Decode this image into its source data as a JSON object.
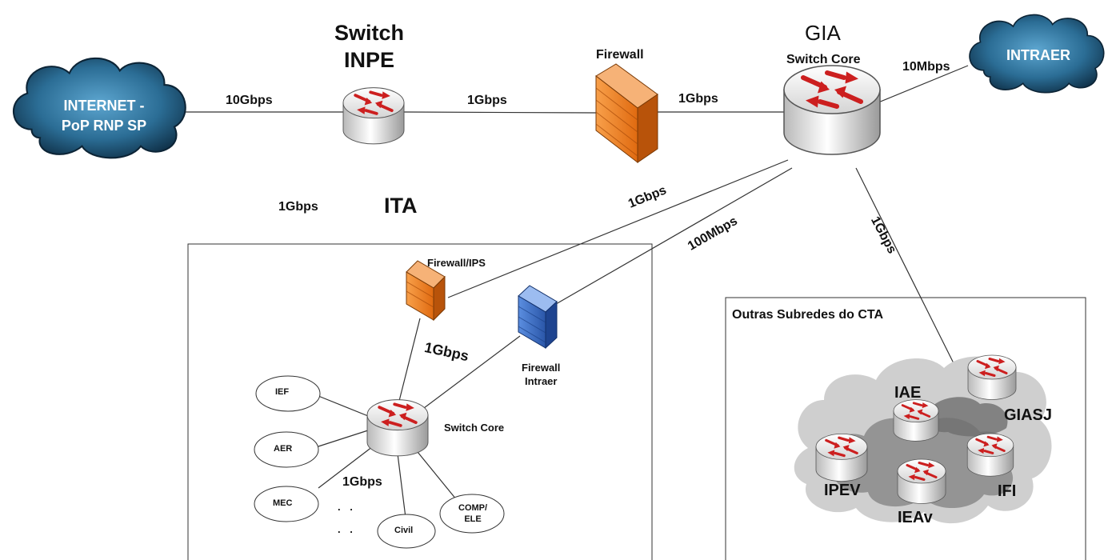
{
  "nodes": {
    "internet": "INTERNET -\nPoP RNP SP",
    "intraer": "INTRAER",
    "switch_inpe_line1": "Switch",
    "switch_inpe_line2": "INPE",
    "firewall": "Firewall",
    "gia": "GIA",
    "switch_core": "Switch Core",
    "ita": "ITA",
    "firewall_ips": "Firewall/IPS",
    "firewall_intraer_line1": "Firewall",
    "firewall_intraer_line2": "Intraer",
    "ita_switch_core": "Switch Core",
    "outras_subredes": "Outras Subredes do CTA",
    "ellipses": [
      ". .",
      ". ."
    ]
  },
  "links": {
    "internet_inpe": "10Gbps",
    "inpe_firewall": "1Gbps",
    "firewall_gia": "1Gbps",
    "gia_intraer": "10Mbps",
    "standalone": "1Gbps",
    "gia_ita_fwips": "1Gbps",
    "gia_ita_fwintraer": "100Mbps",
    "gia_cta": "1Gbps",
    "fwips_switch": "1Gbps",
    "switch_departments": "1Gbps"
  },
  "departments": [
    "IEF",
    "AER",
    "MEC",
    "Civil",
    "COMP/\nELE"
  ],
  "cta_routers": [
    "IAE",
    "GIASJ",
    "IPEV",
    "IEAv",
    "IFI"
  ],
  "colors": {
    "cloud": "#2b6d95",
    "router_arrow": "#cc1f1f",
    "firewall_orange": "#f08a2a",
    "firewall_blue": "#3a6fc4",
    "cta_cloud_light": "#cfcfcf",
    "cta_cloud_dark": "#7f7f7f"
  }
}
